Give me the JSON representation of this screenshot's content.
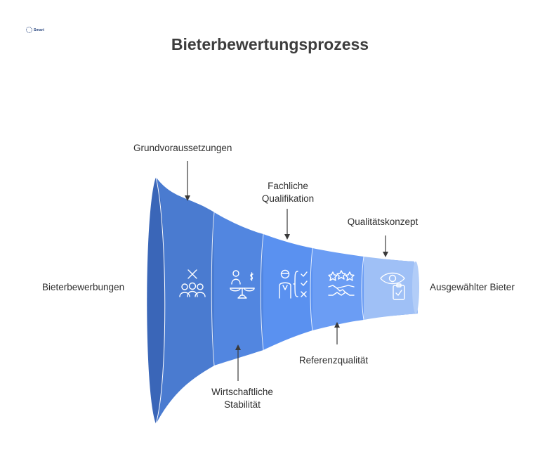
{
  "title": "Bieterbewertungsprozess",
  "logo_text": "Smart",
  "input_label": "Bieterbewerbungen",
  "output_label": "Ausgewählter Bieter",
  "stages": [
    {
      "label": "Grundvoraussetzungen",
      "icon": "people-x-icon",
      "color": "#4a7bd0"
    },
    {
      "label": "Wirtschaftliche Stabilität",
      "label_lines": [
        "Wirtschaftliche",
        "Stabilität"
      ],
      "icon": "balance-scale-dollar-icon",
      "color": "#5286e0"
    },
    {
      "label": "Fachliche Qualifikation",
      "label_lines": [
        "Fachliche",
        "Qualifikation"
      ],
      "icon": "person-checklist-icon",
      "color": "#5a91f0"
    },
    {
      "label": "Referenzqualität",
      "icon": "stars-handshake-icon",
      "color": "#6b9df4"
    },
    {
      "label": "Qualitätskonzept",
      "icon": "eye-clipboard-icon",
      "color": "#9fc0f6"
    }
  ],
  "colors": {
    "funnel_dark": "#3f6cbd",
    "funnel_mouth": "#3a66b8",
    "text": "#2e2e2e",
    "title": "#3d3d3d"
  }
}
